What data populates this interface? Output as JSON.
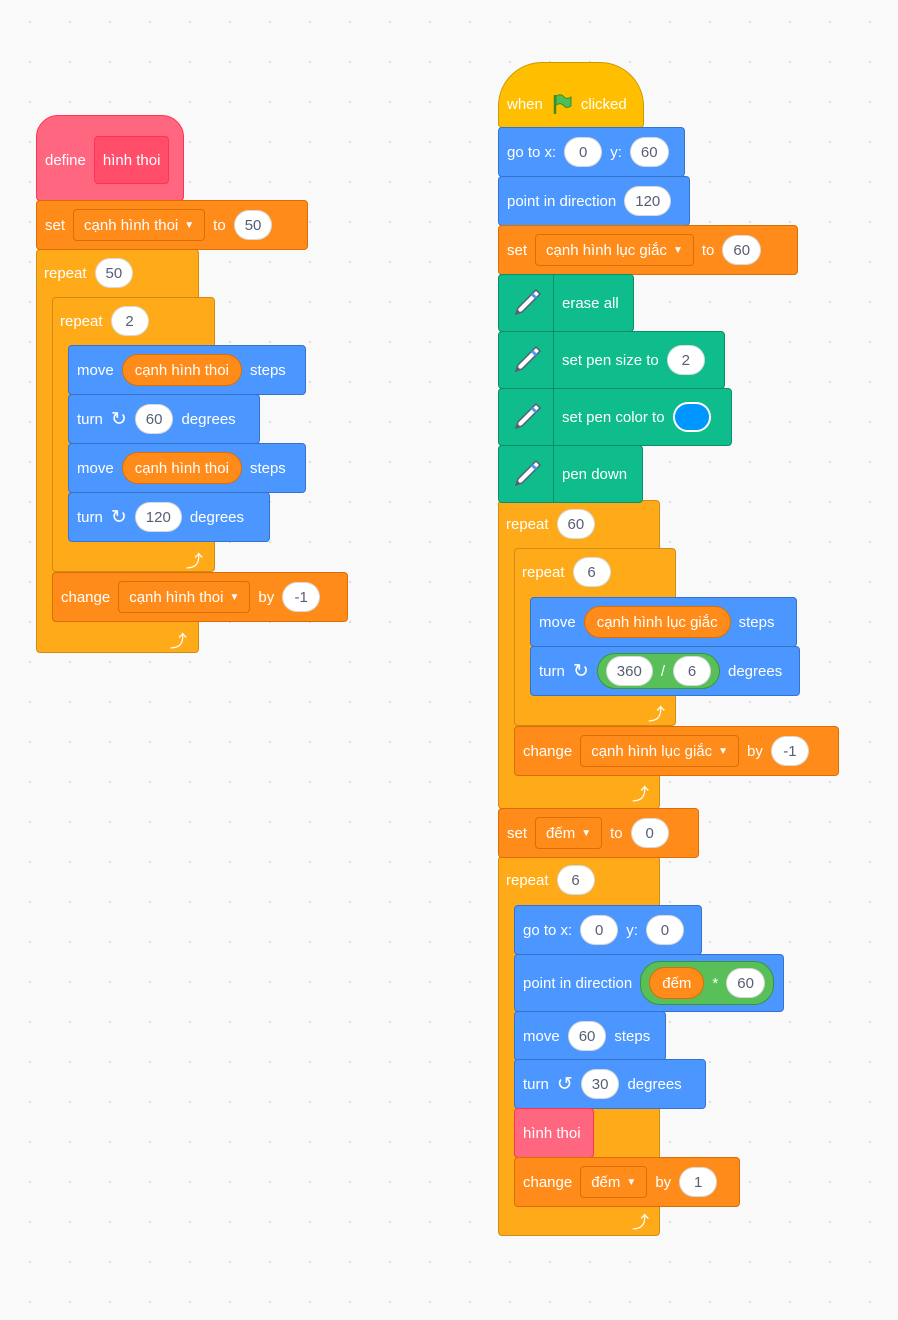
{
  "colors": {
    "motion": "#4c97ff",
    "control": "#ffab19",
    "variables": "#ff8c1a",
    "events": "#ffbf00",
    "pen": "#0fbd8c",
    "custom": "#ff6680",
    "operators": "#59c059",
    "pen_color_value": "#0096ff"
  },
  "left_script": {
    "define": {
      "label": "define",
      "name": "hình thoi"
    },
    "set": {
      "label": "set",
      "var": "cạnh hình thoi",
      "to": "to",
      "value": "50"
    },
    "repeat_outer": {
      "label": "repeat",
      "count": "50"
    },
    "repeat_inner": {
      "label": "repeat",
      "count": "2"
    },
    "move1": {
      "label": "move",
      "reporter": "cạnh hình thoi",
      "suffix": "steps"
    },
    "turn1": {
      "label": "turn",
      "value": "60",
      "suffix": "degrees",
      "icon": "rotate-right-icon"
    },
    "move2": {
      "label": "move",
      "reporter": "cạnh hình thoi",
      "suffix": "steps"
    },
    "turn2": {
      "label": "turn",
      "value": "120",
      "suffix": "degrees",
      "icon": "rotate-right-icon"
    },
    "change": {
      "label": "change",
      "var": "cạnh hình thoi",
      "by": "by",
      "value": "-1"
    }
  },
  "right_script": {
    "hat": {
      "when": "when",
      "clicked": "clicked",
      "icon": "green-flag-icon"
    },
    "goto1": {
      "label": "go to x:",
      "x": "0",
      "ylabel": "y:",
      "y": "60"
    },
    "point1": {
      "label": "point in direction",
      "value": "120"
    },
    "set1": {
      "label": "set",
      "var": "cạnh hình lục giắc",
      "to": "to",
      "value": "60"
    },
    "erase": {
      "label": "erase all",
      "icon": "pen-icon"
    },
    "pensize": {
      "label": "set pen size to",
      "value": "2",
      "icon": "pen-icon"
    },
    "pencolor": {
      "label": "set pen color to",
      "icon": "pen-icon"
    },
    "pendown": {
      "label": "pen down",
      "icon": "pen-icon"
    },
    "repeat1": {
      "label": "repeat",
      "count": "60"
    },
    "repeat2": {
      "label": "repeat",
      "count": "6"
    },
    "move1": {
      "label": "move",
      "reporter": "cạnh hình lục giắc",
      "suffix": "steps"
    },
    "turn1": {
      "label": "turn",
      "a": "360",
      "op": "/",
      "b": "6",
      "suffix": "degrees",
      "icon": "rotate-right-icon"
    },
    "change1": {
      "label": "change",
      "var": "cạnh hình lục giắc",
      "by": "by",
      "value": "-1"
    },
    "set2": {
      "label": "set",
      "var": "đếm",
      "to": "to",
      "value": "0"
    },
    "repeat3": {
      "label": "repeat",
      "count": "6"
    },
    "goto2": {
      "label": "go to x:",
      "x": "0",
      "ylabel": "y:",
      "y": "0"
    },
    "point2": {
      "label": "point in direction",
      "reporter": "đếm",
      "op": "*",
      "value": "60"
    },
    "move2": {
      "label": "move",
      "value": "60",
      "suffix": "steps"
    },
    "turn2": {
      "label": "turn",
      "value": "30",
      "suffix": "degrees",
      "icon": "rotate-left-icon"
    },
    "call": {
      "label": "hình thoi"
    },
    "change2": {
      "label": "change",
      "var": "đếm",
      "by": "by",
      "value": "1"
    }
  }
}
